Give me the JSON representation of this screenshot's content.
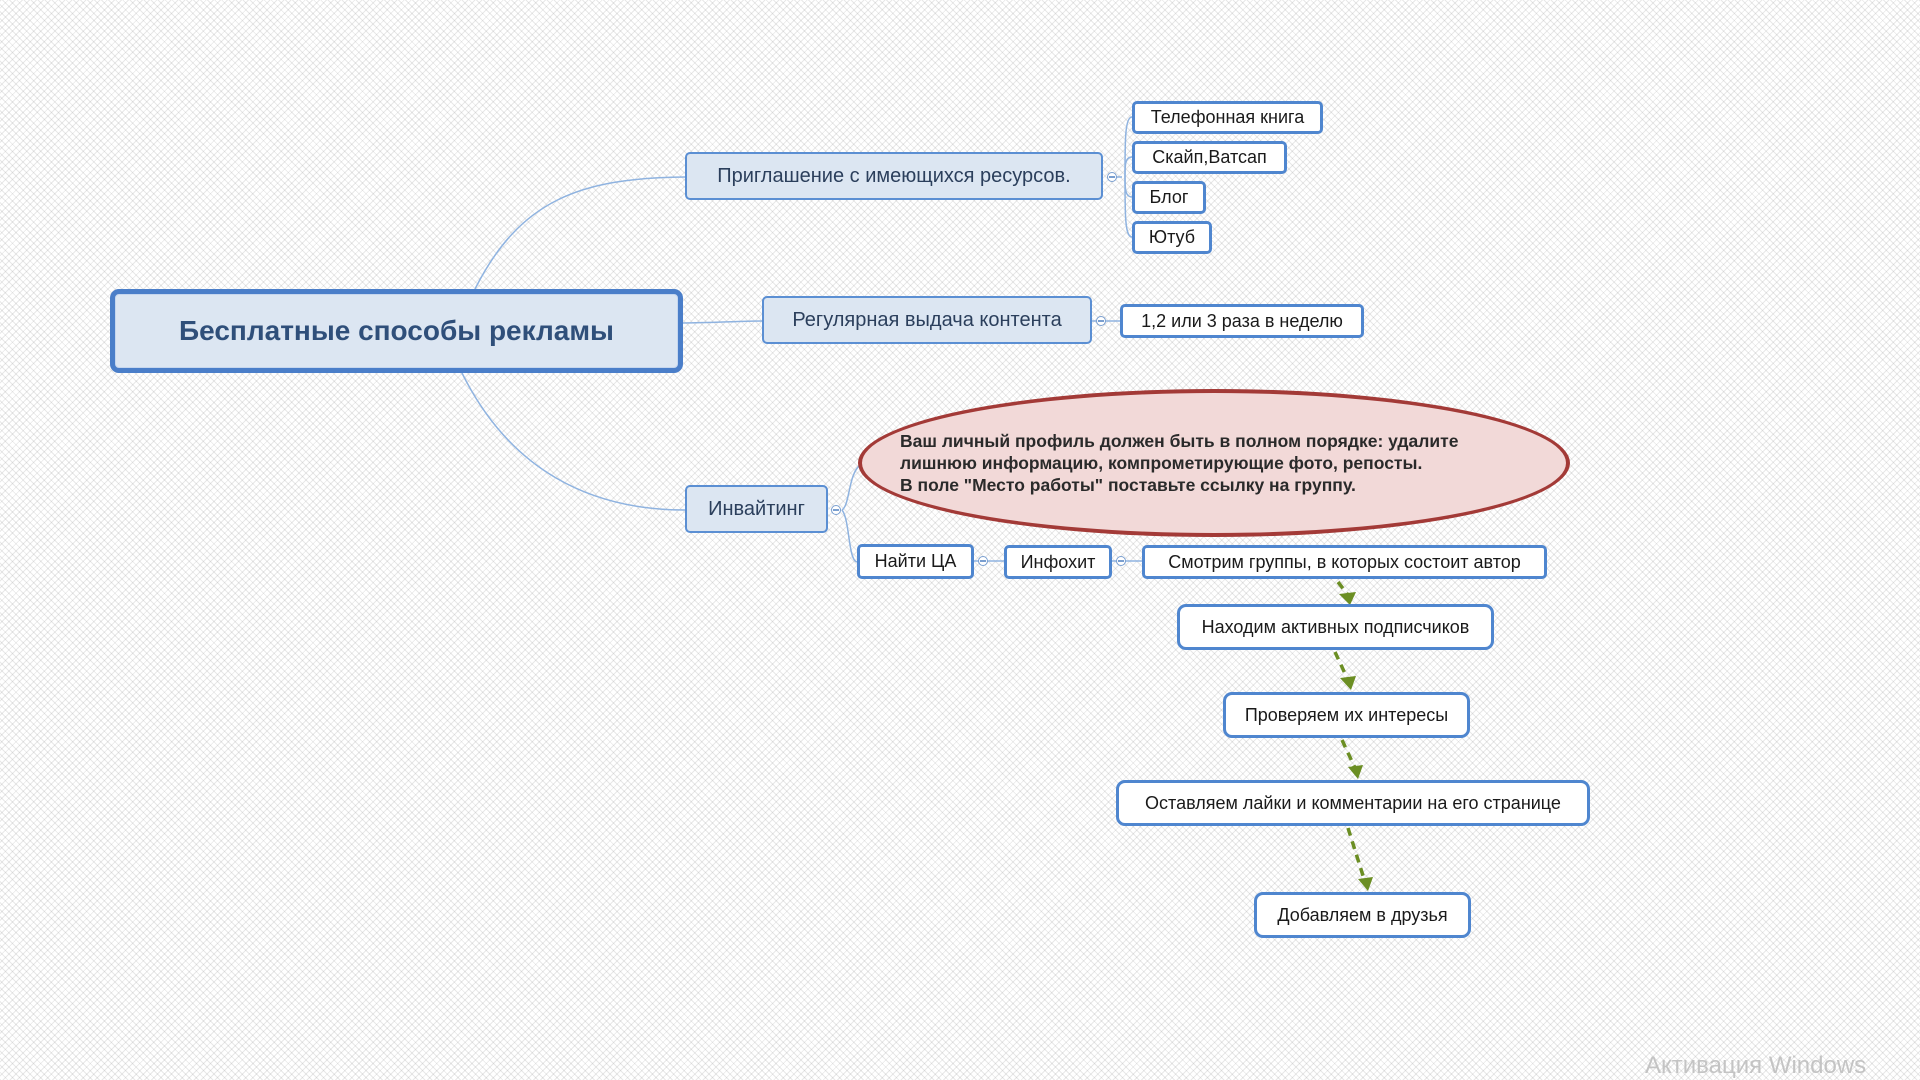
{
  "root": {
    "label": "Бесплатные способы рекламы"
  },
  "branches": {
    "invite": {
      "label": "Приглашение с имеющихся ресурсов.",
      "children": [
        "Телефонная книга",
        "Скайп,Ватсап",
        "Блог",
        "Ютуб"
      ]
    },
    "content": {
      "label": "Регулярная выдача контента",
      "child": "1,2 или 3 раза в неделю"
    },
    "inviting": {
      "label": "Инвайтинг",
      "callout": {
        "lines": [
          "Ваш личный профиль должен быть в полном порядке: удалите",
          "лишнюю информацию, компрометирующие фото, репосты.",
          "В поле \"Место работы\" поставьте ссылку на группу."
        ]
      },
      "find": "Найти ЦА",
      "infohit": "Инфохит",
      "groups": "Смотрим группы, в которых состоит автор",
      "steps": [
        "Находим активных подписчиков",
        "Проверяем их интересы",
        "Оставляем лайки и комментарии на его странице",
        "Добавляем в друзья"
      ]
    }
  },
  "watermark": "Активация Windows",
  "colors": {
    "node_border": "#4f86cf",
    "node_fill": "#dce6f2",
    "connector": "#8fb3e0",
    "callout_border": "#a33a37",
    "callout_fill": "#f2d9d8",
    "arrow": "#6b8e23"
  }
}
